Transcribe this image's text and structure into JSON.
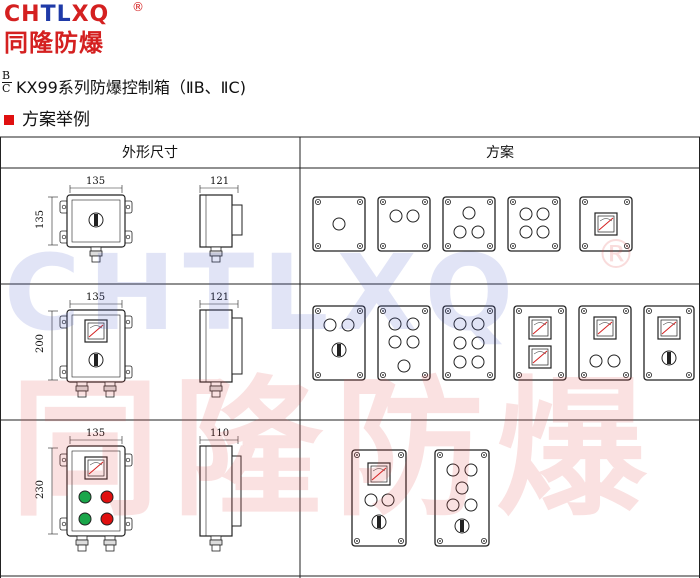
{
  "logo": {
    "brand_a": "CH",
    "brand_b": "TL",
    "brand_c": "XQ",
    "reg": "®",
    "cn": "同隆防爆"
  },
  "model": {
    "frac_top": "B",
    "frac_bottom": "C",
    "title": "KX99系列防爆控制箱（ⅡB、ⅡC)"
  },
  "section": {
    "title": "方案举例"
  },
  "table": {
    "col1": "外形尺寸",
    "col2": "方案",
    "rows": [
      {
        "width_dim": "135",
        "height_dim": "135",
        "depth_dim": "121"
      },
      {
        "width_dim": "135",
        "height_dim": "200",
        "depth_dim": "121"
      },
      {
        "width_dim": "135",
        "height_dim": "230",
        "depth_dim": "110"
      }
    ]
  },
  "watermark": {
    "latin": "CHTLXQ",
    "cn": "同隆防爆",
    "reg": "®"
  },
  "colors": {
    "brand_red": "#d42020",
    "brand_blue": "#1f3aa8",
    "accent_red": "#e01010",
    "btn_green": "#1aa64a"
  }
}
